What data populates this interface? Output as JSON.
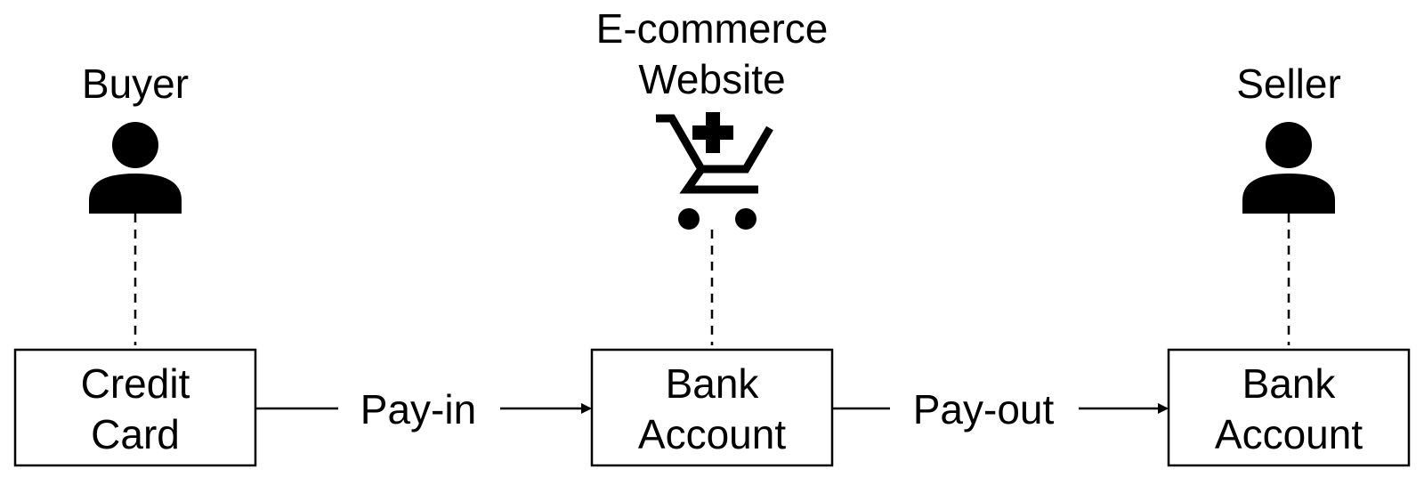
{
  "actors": {
    "buyer": {
      "label": "Buyer",
      "icon": "person-icon"
    },
    "website": {
      "label_line1": "E-commerce",
      "label_line2": "Website",
      "icon": "shopping-cart-add-icon"
    },
    "seller": {
      "label": "Seller",
      "icon": "person-icon"
    }
  },
  "boxes": {
    "buyer_box": {
      "line1": "Credit",
      "line2": "Card"
    },
    "website_box": {
      "line1": "Bank",
      "line2": "Account"
    },
    "seller_box": {
      "line1": "Bank",
      "line2": "Account"
    }
  },
  "flows": {
    "pay_in": "Pay-in",
    "pay_out": "Pay-out"
  }
}
